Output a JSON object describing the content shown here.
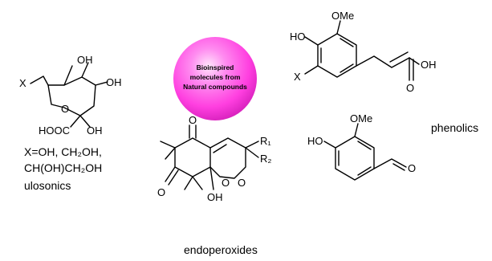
{
  "center": {
    "line1": "Bioinspired",
    "line2": "molecules from",
    "line3": "Natural compounds",
    "color": "#ff3fe0"
  },
  "ulosonics": {
    "atom_x": "X",
    "atom_oh1": "OH",
    "atom_oh2": "OH",
    "atom_o": "O",
    "atom_hooc": "HOOC",
    "atom_oh3": "OH",
    "subst_line1": "X=OH, CH₂OH,",
    "subst_line2": "CH(OH)CH₂OH",
    "name": "ulosonics"
  },
  "phenolic1": {
    "atom_ome": "OMe",
    "atom_ho": "HO",
    "atom_x": "X",
    "atom_oh": "OH",
    "atom_o": "O"
  },
  "phenolic2": {
    "atom_ome": "OMe",
    "atom_ho": "HO",
    "atom_o": "O"
  },
  "phenolics_name": "phenolics",
  "endoperoxide": {
    "atom_o_top": "O",
    "atom_o_left": "O",
    "atom_r1": "R₁",
    "atom_r2": "R₂",
    "atom_o1": "O",
    "atom_o2": "O",
    "atom_oh": "OH",
    "name": "endoperoxides"
  }
}
